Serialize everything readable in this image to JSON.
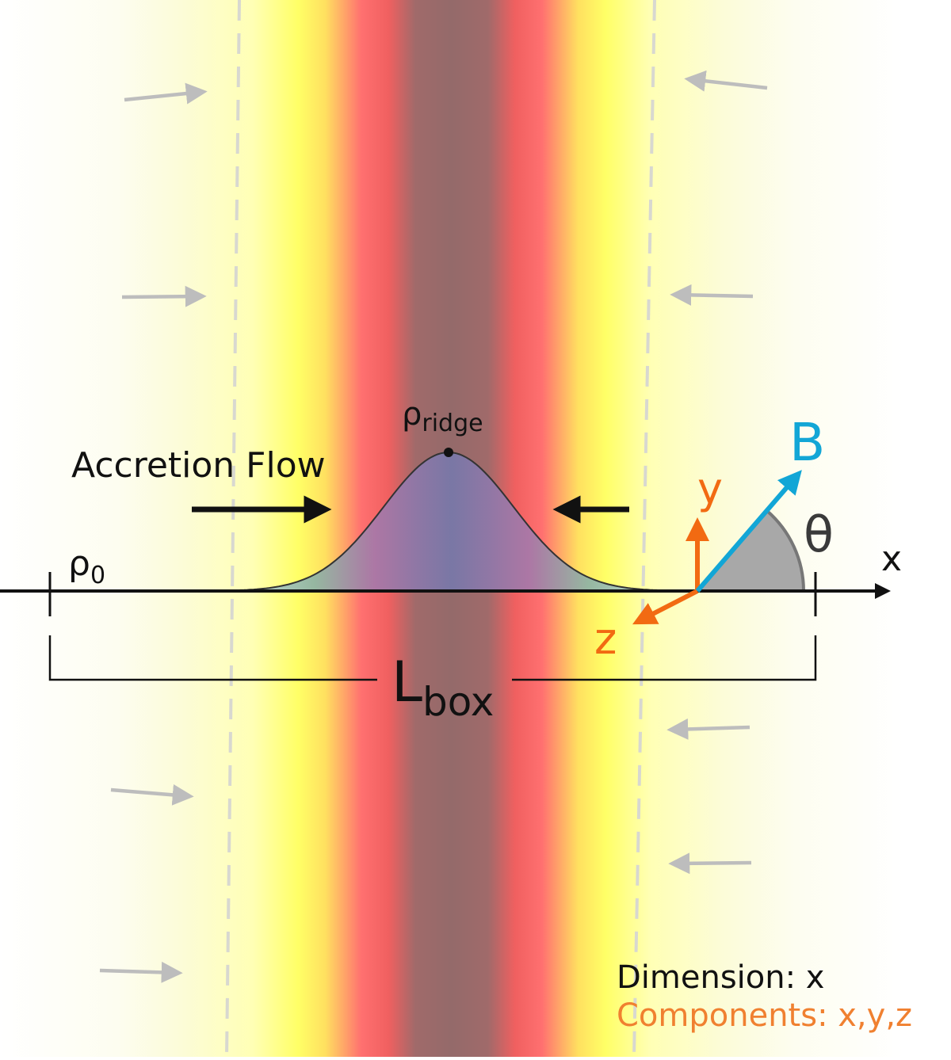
{
  "labels": {
    "rho_ridge_main": "ρ",
    "rho_ridge_sub": "ridge",
    "accretion_flow": "Accretion Flow",
    "rho0_main": "ρ",
    "rho0_sub": "0",
    "lbox_main": "L",
    "lbox_sub": "box",
    "b_field": "B",
    "y_axis": "y",
    "z_axis": "z",
    "x_axis": "x",
    "theta": "θ",
    "dimension": "Dimension: x",
    "components": "Components: x,y,z"
  },
  "colors": {
    "field_b": "#12a6d6",
    "components": "#f26a12",
    "components_text": "#f08030",
    "flow_arrows": "#bdbdbd",
    "angle_wedge": "#a8a8a8"
  },
  "icons": {
    "flow_arrow": "arrow-icon",
    "b_vector": "arrow-icon"
  }
}
